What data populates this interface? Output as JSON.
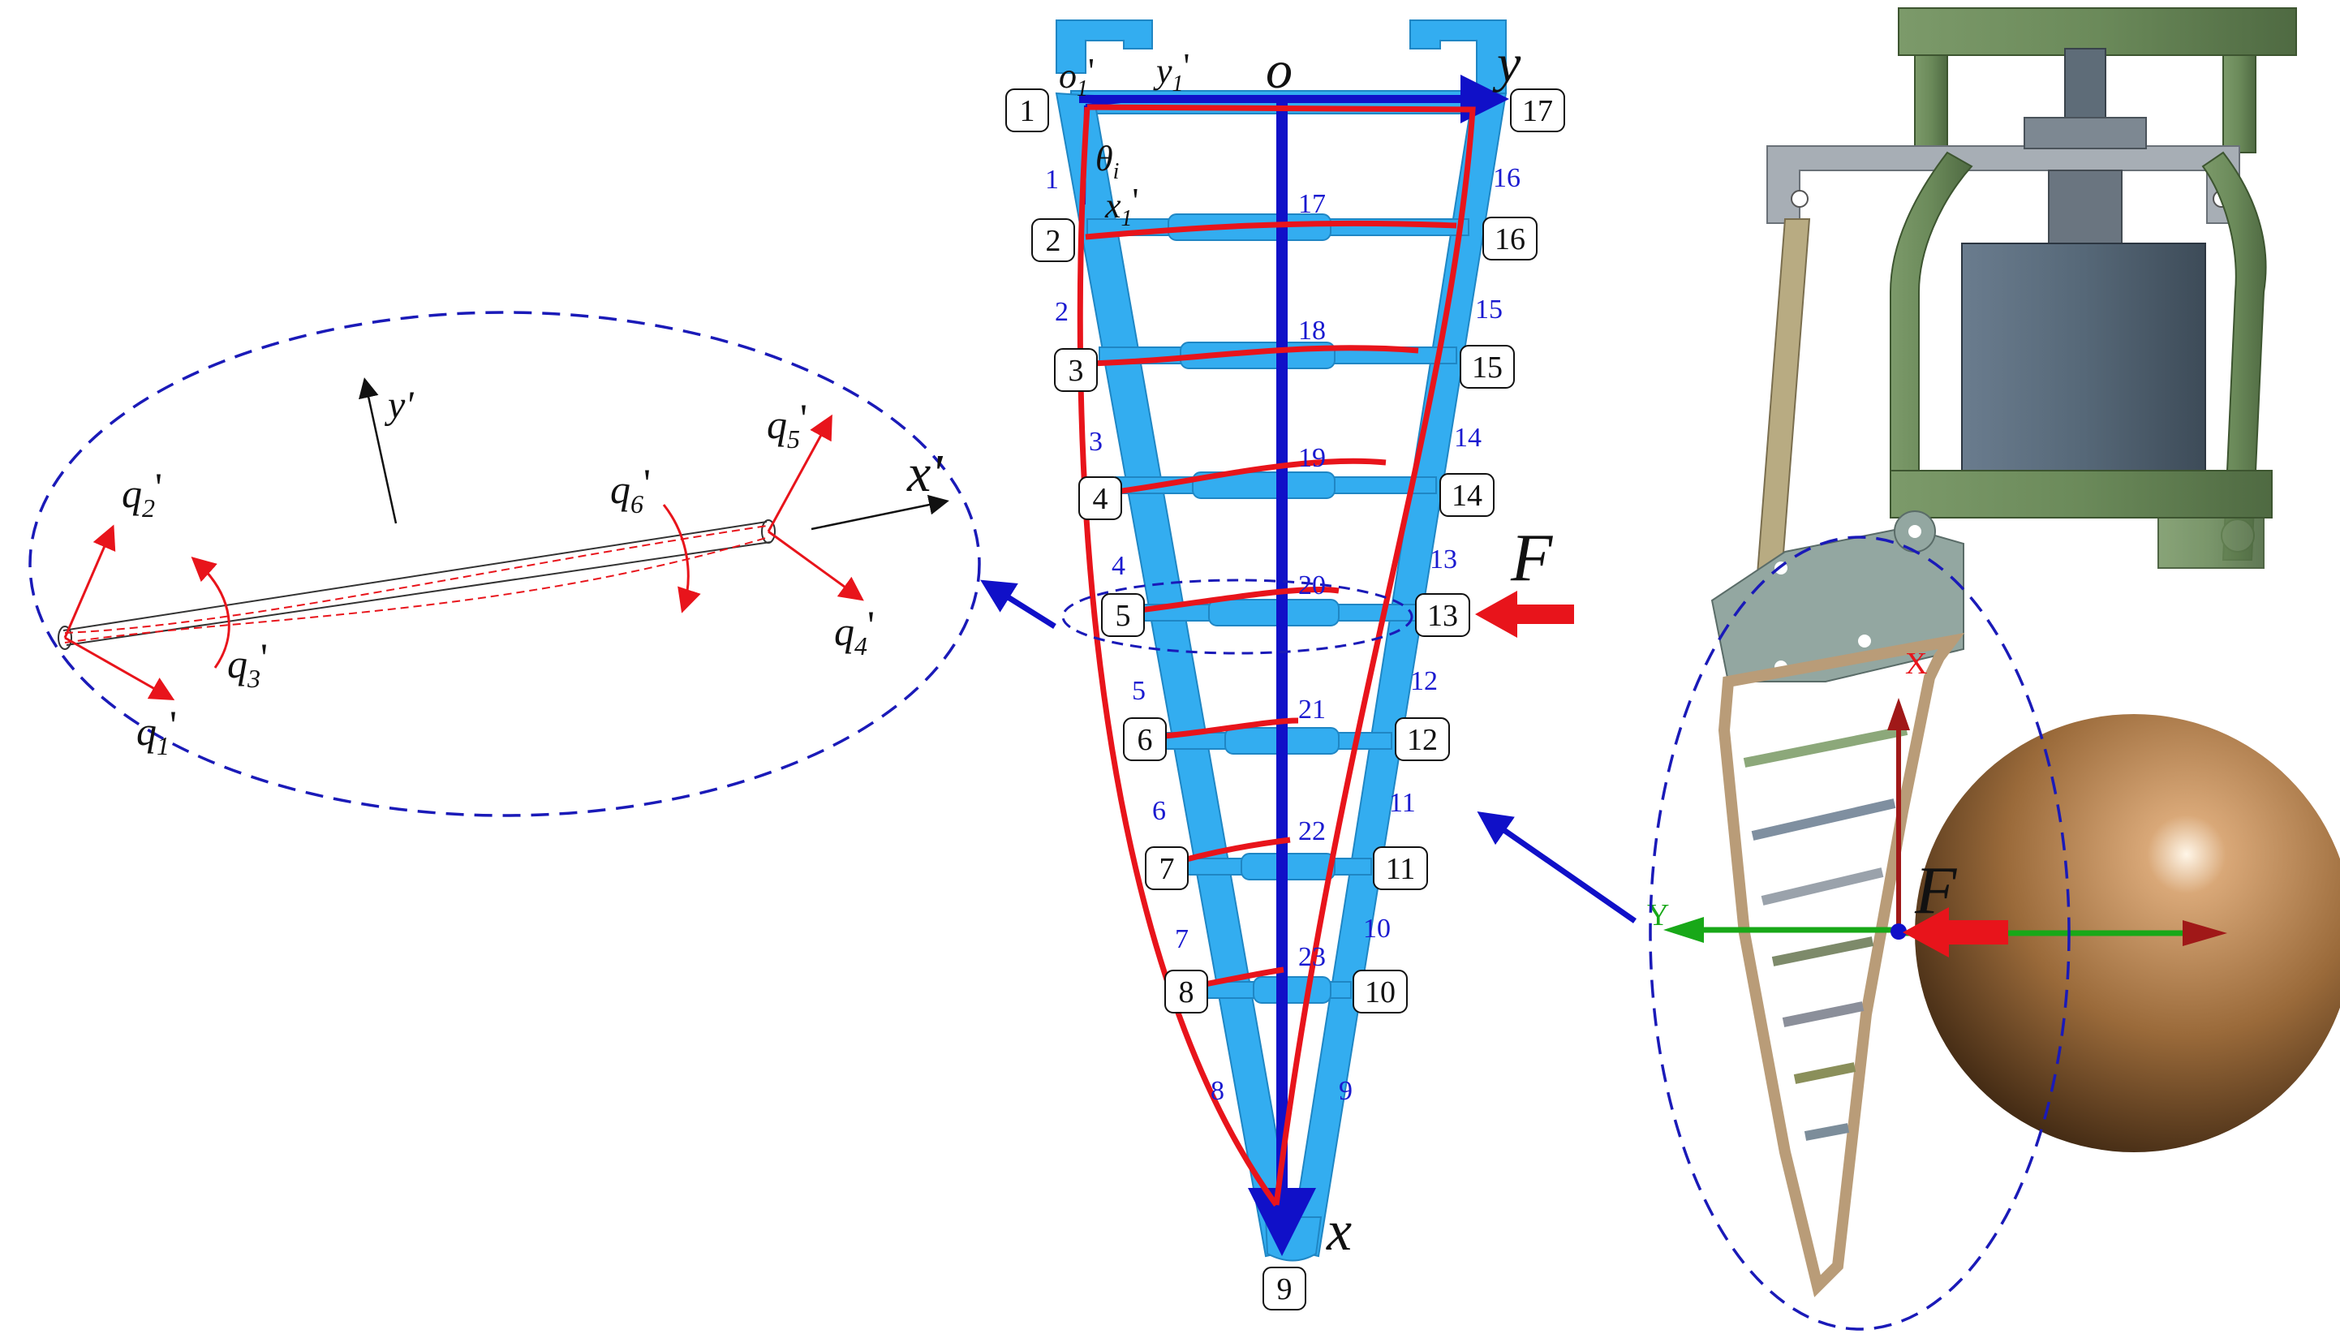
{
  "colors": {
    "finger_fill": "#33adf0",
    "finger_edge": "#1f86c4",
    "red": "#e8141b",
    "blue_axis": "#1010c8",
    "dashed_blue": "#1a1ab8",
    "ball": "#9a6a3a",
    "gripper_green": "#6b8a5a",
    "gripper_grey": "#8b959d",
    "finger_rib": "#b99c78",
    "motor": "#58697a",
    "plate": "#93a7a1"
  },
  "left_panel": {
    "axis_y": "y'",
    "axis_x": "x'",
    "q1": "q",
    "q1_sub": "1",
    "q2": "q",
    "q2_sub": "2",
    "q3": "q",
    "q3_sub": "3",
    "q4": "q",
    "q4_sub": "4",
    "q5": "q",
    "q5_sub": "5",
    "q6": "q",
    "q6_sub": "6",
    "prime": "'"
  },
  "center_panel": {
    "origin": "o",
    "axis_y": "y",
    "axis_x": "x",
    "o1": "o",
    "o1_sub": "1",
    "y1": "y",
    "y1_sub": "1",
    "x1": "x",
    "x1_sub": "1",
    "theta": "θ",
    "theta_sub": "i",
    "prime": "'",
    "force": "F",
    "node_labels": [
      "1",
      "2",
      "3",
      "4",
      "5",
      "6",
      "7",
      "8",
      "9",
      "10",
      "11",
      "12",
      "13",
      "14",
      "15",
      "16",
      "17"
    ],
    "left_beam_labels": [
      "1",
      "2",
      "3",
      "4",
      "5",
      "6",
      "7",
      "8"
    ],
    "right_beam_labels": [
      "9",
      "10",
      "11",
      "12",
      "13",
      "14",
      "15",
      "16"
    ],
    "rib_labels": [
      "17",
      "18",
      "19",
      "20",
      "21",
      "22",
      "23"
    ]
  },
  "right_panel": {
    "force": "F",
    "axis_x": "X",
    "axis_y": "Y"
  }
}
